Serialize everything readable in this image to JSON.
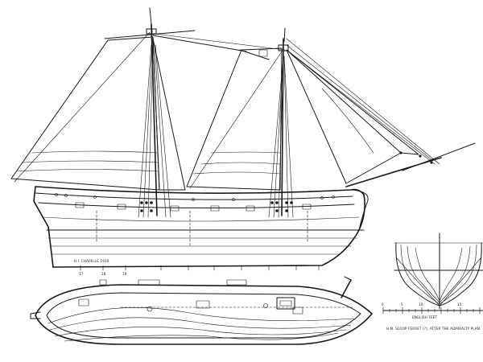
{
  "drawing": {
    "title": "H.M. SLOOP FERRET (?), AFTER THE ADMIRALTY PLAN",
    "scale_caption": "ENGLISH FEET",
    "scale_ticks": [
      "0",
      "5",
      "10",
      "15"
    ],
    "draftsman_signature": "H.I. CHAPELLE 1930",
    "station_marks": [
      "17",
      "18",
      "19"
    ]
  },
  "colors": {
    "ink": "#1a1a1a",
    "paper": "#ffffff"
  }
}
